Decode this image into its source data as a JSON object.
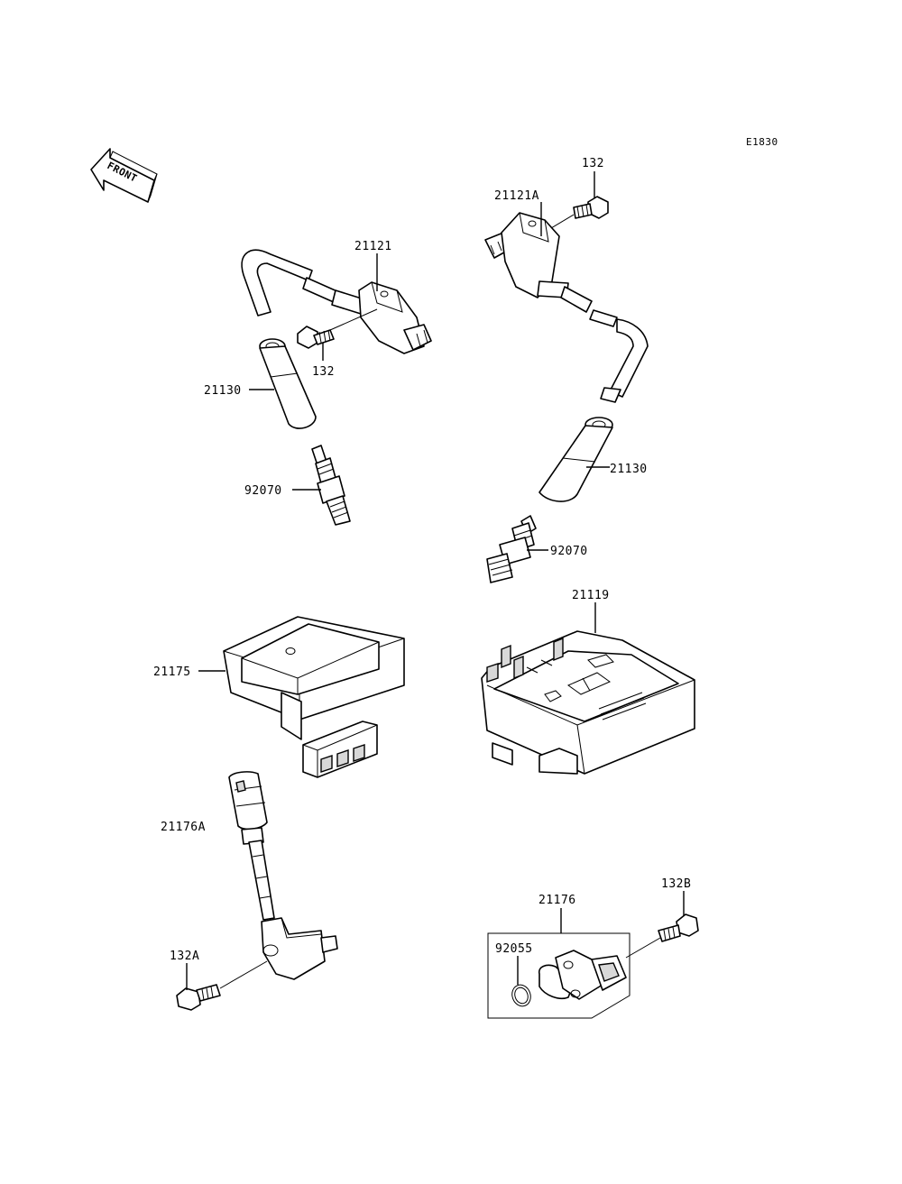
{
  "diagram_id": "E1830",
  "front_label": "FRONT",
  "labels": {
    "coil_right_bolt": "132",
    "coil_right": "21121A",
    "coil_left": "21121",
    "coil_left_bolt": "132",
    "cap_left": "21130",
    "plug_left": "92070",
    "cap_right": "21130",
    "plug_right": "92070",
    "module_left": "21175",
    "module_right": "21119",
    "sensor_left": "21176A",
    "sensor_left_bolt": "132A",
    "sensor_right": "21176",
    "sensor_right_bolt": "132B",
    "oring": "92055"
  }
}
